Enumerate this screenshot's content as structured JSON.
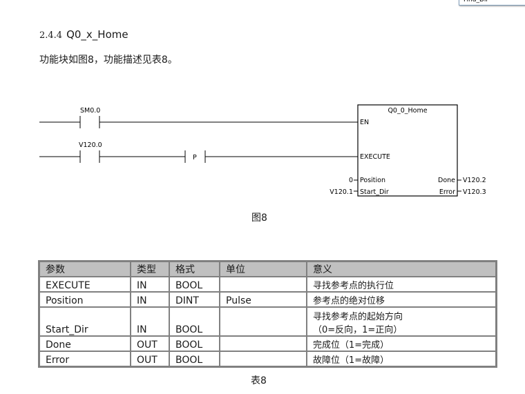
{
  "window": {
    "corner_text": "Find_Dir"
  },
  "section": {
    "number": "2.4.4",
    "title": "Q0_x_Home"
  },
  "intro": "功能块如图8，功能描述见表8。",
  "diagram": {
    "contacts": {
      "sm": "SM0.0",
      "v": "V120.0",
      "p": "P"
    },
    "block": {
      "title": "Q0_0_Home",
      "en": "EN",
      "execute": "EXECUTE",
      "position": "Position",
      "start_dir": "Start_Dir",
      "done": "Done",
      "error": "Error"
    },
    "wires": {
      "position_in": "0",
      "start_dir_in": "V120.1",
      "done_out": "V120.2",
      "error_out": "V120.3"
    },
    "caption": "图8"
  },
  "table": {
    "headers": [
      "参数",
      "类型",
      "格式",
      "单位",
      "意义"
    ],
    "rows": [
      {
        "param": "EXECUTE",
        "type": "IN",
        "format": "BOOL",
        "unit": "",
        "meaning": [
          "寻找参考点的执行位"
        ]
      },
      {
        "param": "Position",
        "type": "IN",
        "format": "DINT",
        "unit": "Pulse",
        "meaning": [
          "参考点的绝对位移"
        ]
      },
      {
        "param": "Start_Dir",
        "type": "IN",
        "format": "BOOL",
        "unit": "",
        "meaning": [
          "寻找参考点的起始方向",
          "（0=反向，1=正向）"
        ]
      },
      {
        "param": "Done",
        "type": "OUT",
        "format": "BOOL",
        "unit": "",
        "meaning": [
          "完成位（1=完成）"
        ]
      },
      {
        "param": "Error",
        "type": "OUT",
        "format": "BOOL",
        "unit": "",
        "meaning": [
          "故障位（1=故障）"
        ]
      }
    ],
    "caption": "表8"
  }
}
